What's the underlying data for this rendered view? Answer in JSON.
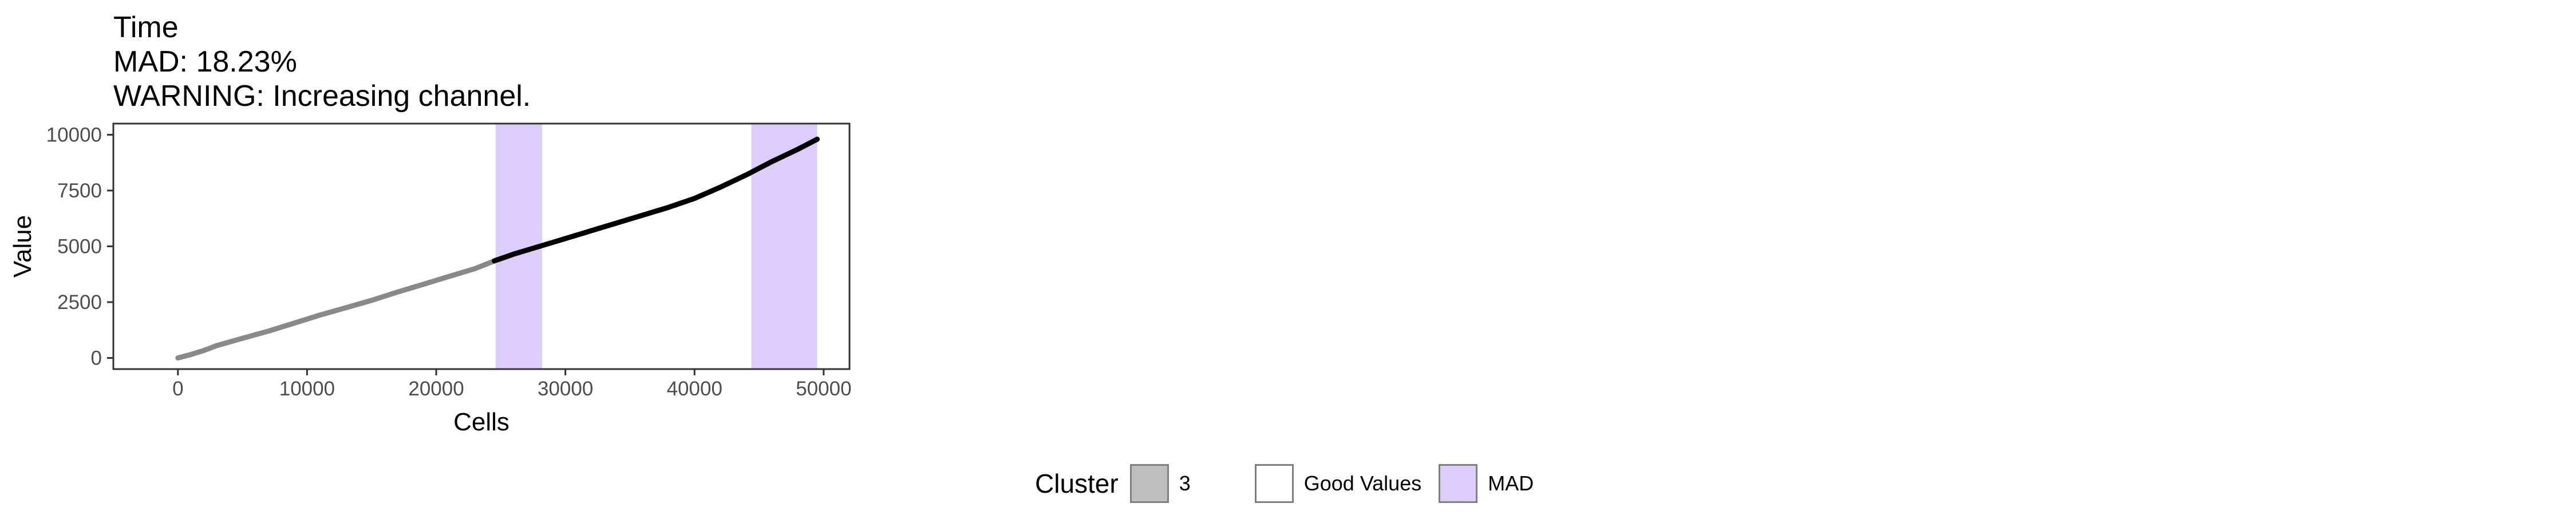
{
  "chart_data": {
    "type": "line",
    "title_lines": [
      "Time",
      "MAD: 18.23%",
      "WARNING: Increasing channel."
    ],
    "xlabel": "Cells",
    "ylabel": "Value",
    "xlim": [
      -5000,
      52000
    ],
    "ylim": [
      -500,
      10500
    ],
    "x_ticks": [
      0,
      10000,
      20000,
      30000,
      40000,
      50000
    ],
    "y_ticks": [
      0,
      2500,
      5000,
      7500,
      10000
    ],
    "grid": false,
    "mad_regions": [
      [
        24600,
        28200
      ],
      [
        44400,
        49500
      ]
    ],
    "series": [
      {
        "name": "3",
        "color": "#898989",
        "x": [
          0,
          1000,
          2000,
          3000,
          5000,
          7000,
          9000,
          11000,
          13000,
          15000,
          17000,
          19000,
          21000,
          23000,
          24500
        ],
        "y": [
          0,
          150,
          330,
          550,
          880,
          1200,
          1560,
          1920,
          2250,
          2580,
          2950,
          3300,
          3650,
          4000,
          4350
        ]
      },
      {
        "name": "3",
        "color": "#000000",
        "x": [
          24500,
          26000,
          28000,
          30000,
          32000,
          34000,
          36000,
          38000,
          40000,
          42000,
          44000,
          46000,
          48000,
          49500
        ],
        "y": [
          4350,
          4650,
          5000,
          5350,
          5700,
          6050,
          6400,
          6750,
          7150,
          7650,
          8200,
          8800,
          9350,
          9800
        ]
      }
    ]
  },
  "legend": {
    "title": "Cluster",
    "items": [
      {
        "label": "3",
        "fill": "#bebebe"
      },
      {
        "label": "Good Values",
        "fill": "#ffffff"
      },
      {
        "label": "MAD",
        "fill": "#dccdfd"
      }
    ]
  },
  "colors": {
    "mad_band": "#dccdfd",
    "panel_border": "#333333",
    "good_line": "#000000",
    "cluster_line": "#898989"
  }
}
